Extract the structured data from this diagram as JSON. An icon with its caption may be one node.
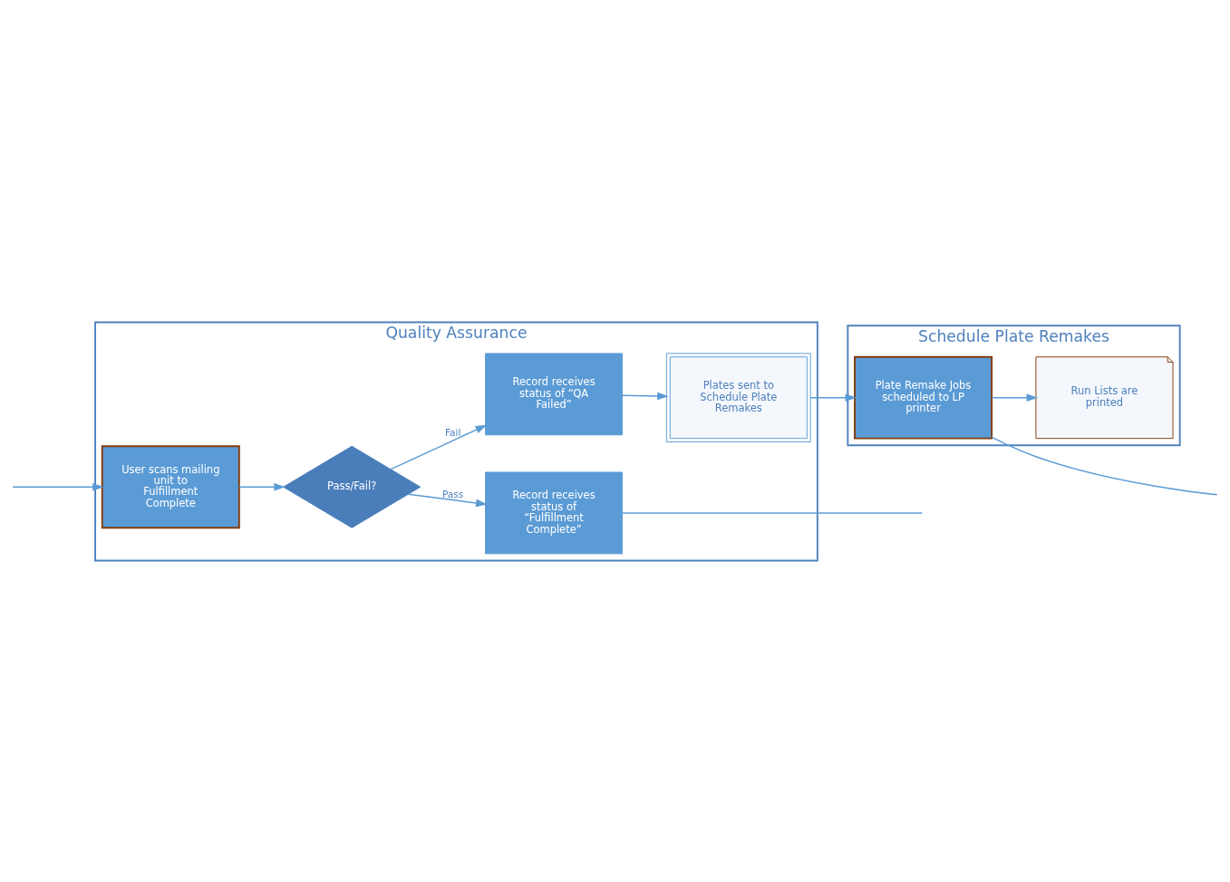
{
  "diagram": {
    "nodes": [
      {
        "text": [
          "Quality Assurance"
        ]
      },
      {
        "text": [
          "Schedule Plate Remakes"
        ]
      },
      {
        "text": [
          "User scans mailing unit to Fulfillment Complete"
        ],
        "in": 0
      },
      {
        "text": [
          "Pass/Fail?"
        ],
        "in": 0
      },
      {
        "text": [
          "Record receives status of “QA Failed”"
        ],
        "in": 0
      },
      {
        "text": [
          "Plates sent to Schedule Plate Remakes"
        ],
        "in": 0
      },
      {
        "text": [
          "Record receives status of “Fulfillment Complete”"
        ],
        "in": 0
      },
      {
        "text": [
          "Plate Remake Jobs scheduled to LP printer"
        ],
        "in": 1
      },
      {
        "text": [
          "Run Lists are printed"
        ],
        "in": 1
      }
    ],
    "edges": [
      {
        "from": null,
        "to": 2,
        "arrow": "to"
      },
      {
        "from": 2,
        "to": 3,
        "arrow": "to"
      },
      {
        "from": 3,
        "to": 4,
        "arrow": "to",
        "label": "Fail"
      },
      {
        "from": 3,
        "to": 6,
        "arrow": "to",
        "label": "Pass"
      },
      {
        "from": 4,
        "to": 5,
        "arrow": "to"
      },
      {
        "from": 5,
        "to": 7,
        "arrow": "to"
      },
      {
        "from": 7,
        "to": 8,
        "arrow": "to"
      },
      {
        "from": 6,
        "to": null,
        "arrow": "none"
      },
      {
        "from": 7,
        "to": null,
        "arrow": "none"
      }
    ]
  }
}
